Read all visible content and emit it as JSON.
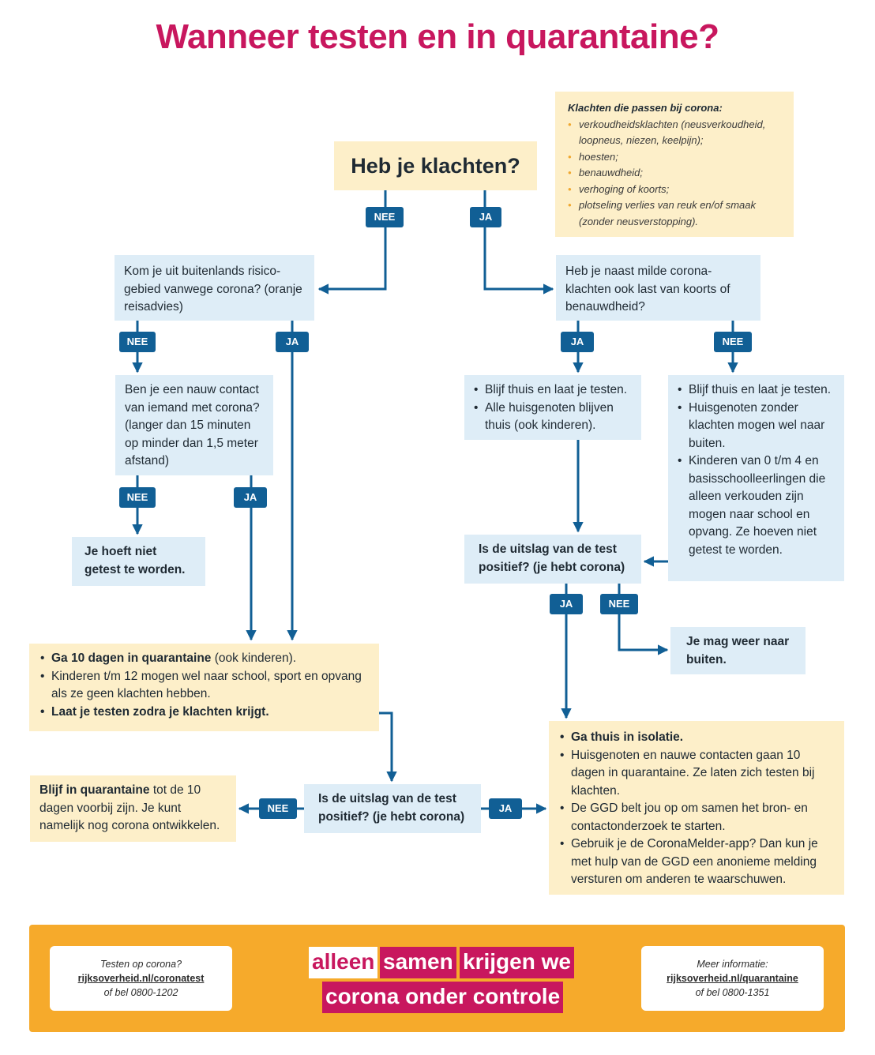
{
  "title": "Wanneer testen en in quarantaine?",
  "main_question": "Heb je klachten?",
  "complaints": {
    "heading": "Klachten die passen bij corona:",
    "items": [
      "verkoudheidsklachten (neusverkoudheid, loopneus, niezen, keelpijn);",
      "hoesten;",
      "benauwdheid;",
      "verhoging of koorts;",
      "plotseling verlies van reuk en/of smaak (zonder neusverstopping)."
    ]
  },
  "labels": {
    "yes": "JA",
    "no": "NEE"
  },
  "risk_question": "Kom je uit buitenlands risico-gebied vanwege corona? (oranje reisadvies)",
  "mild_question": "Heb je naast milde corona-klachten ook last van koorts of benauwdheid?",
  "contact_question": "Ben je een nauw contact van iemand met corona? (langer dan 15 minuten op minder dan 1,5 meter afstand)",
  "stay_test_a": [
    "Blijf thuis en laat je testen.",
    "Alle huisgenoten blijven thuis (ook kinderen)."
  ],
  "stay_test_b": [
    "Blijf thuis en laat je testen.",
    "Huisgenoten zonder klachten mogen wel naar buiten.",
    "Kinderen van 0 t/m 4 en basisschoolleerlingen die alleen verkouden zijn mogen naar school en opvang. Ze hoeven niet getest te worden."
  ],
  "no_test": "Je hoeft niet getest te worden.",
  "result_question": "Is de uitslag van de test positief? (je hebt corona)",
  "go_outside": "Je mag weer naar buiten.",
  "quarantine": {
    "item1_bold": "Ga 10 dagen in quarantaine",
    "item1_rest": " (ook kinderen).",
    "item2": "Kinderen t/m 12 mogen wel naar school, sport en opvang als ze geen klachten hebben.",
    "item3": "Laat je testen zodra je klachten krijgt."
  },
  "isolation": {
    "item1": "Ga thuis in isolatie.",
    "item2": "Huisgenoten en nauwe contacten gaan 10 dagen in quarantaine. Ze laten zich testen bij klachten.",
    "item3": "De GGD belt jou op om samen het bron- en contactonderzoek te starten.",
    "item4": "Gebruik je de CoronaMelder-app? Dan kun je met hulp van de GGD een anonieme melding versturen om anderen te waarschuwen."
  },
  "stay_quarantine": {
    "bold": "Blijf in quarantaine",
    "rest": " tot de 10 dagen voorbij zijn. Je kunt namelijk nog corona ontwikkelen."
  },
  "footer": {
    "left": {
      "line1": "Testen op corona?",
      "url": "rijksoverheid.nl/coronatest",
      "line3": "of bel 0800-1202"
    },
    "right": {
      "line1": "Meer informatie:",
      "url": "rijksoverheid.nl/quarantaine",
      "line3": "of bel 0800-1351"
    },
    "slogan": {
      "w1": "alleen",
      "w2": "samen",
      "w3": "krijgen we",
      "w4": "corona onder controle"
    }
  },
  "colors": {
    "title": "#c8175e",
    "arrow": "#115f95",
    "blue_box": "#deedf7",
    "cream_box": "#fdefc9",
    "footer": "#f6aa2b",
    "bullet": "#f0a830"
  }
}
